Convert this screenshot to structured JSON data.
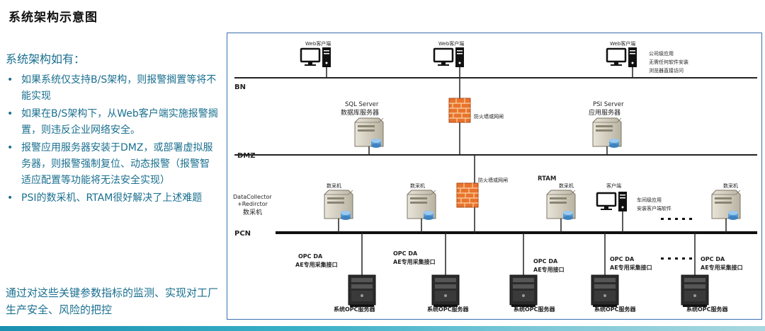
{
  "page_title": "系统架构示意图",
  "left": {
    "heading": "系统架构如有：",
    "bullets": [
      "如果系统仅支持B/S架构，则报警搁置等将不能实现",
      "如果在B/S架构下，从Web客户端实施报警搁置，则违反企业网络安全。",
      "报警应用服务器安装于DMZ，或部署虚拟服务器，则报警强制复位、动态报警（报警智适应配置等功能将无法安全实现）",
      "PSI的数采机、RTAM很好解决了上述难题"
    ],
    "conclusion": "通过对这些关键参数指标的监测、实现对工厂生产安全、风险的把控"
  },
  "diagram": {
    "networks": {
      "bn": "BN",
      "dmz": "DMZ",
      "pcn": "PCN"
    },
    "web_clients": [
      "Web客户端",
      "Web客户端",
      "Web客户端"
    ],
    "web_client_note": [
      "公司级应用",
      "无需任何软件安装",
      "浏览器直接访问"
    ],
    "sql_server": {
      "name": "SQL Server",
      "sub": "数据库服务器"
    },
    "psi_server": {
      "name": "PSI Server",
      "sub": "应用服务器"
    },
    "firewall_top": "防火墙或网闸",
    "firewall_mid": "防火墙或网闸",
    "rtam": "RTAM",
    "datacollector": [
      "DataCollector",
      "+Redirctor",
      "数采机"
    ],
    "collectors": [
      "数采机",
      "数采机",
      "数采机",
      "数采机"
    ],
    "pcn_client": {
      "name": "客户端",
      "note": [
        "车间级应用",
        "安装客户端软件"
      ]
    },
    "opc_top": [
      "OPC DA",
      "OPC DA",
      "OPC DA",
      "OPC DA",
      "OPC DA"
    ],
    "opc_bottom": [
      "AE专用采集接口",
      "AE专用采集接口",
      "AE专用接口",
      "AE专用采集接口",
      "AE专用采集接口"
    ],
    "opc_servers": [
      "系统OPC服务器",
      "系统OPC服务器",
      "系统OPC服务器",
      "系统OPC服务器",
      "系统OPC服务器"
    ]
  }
}
